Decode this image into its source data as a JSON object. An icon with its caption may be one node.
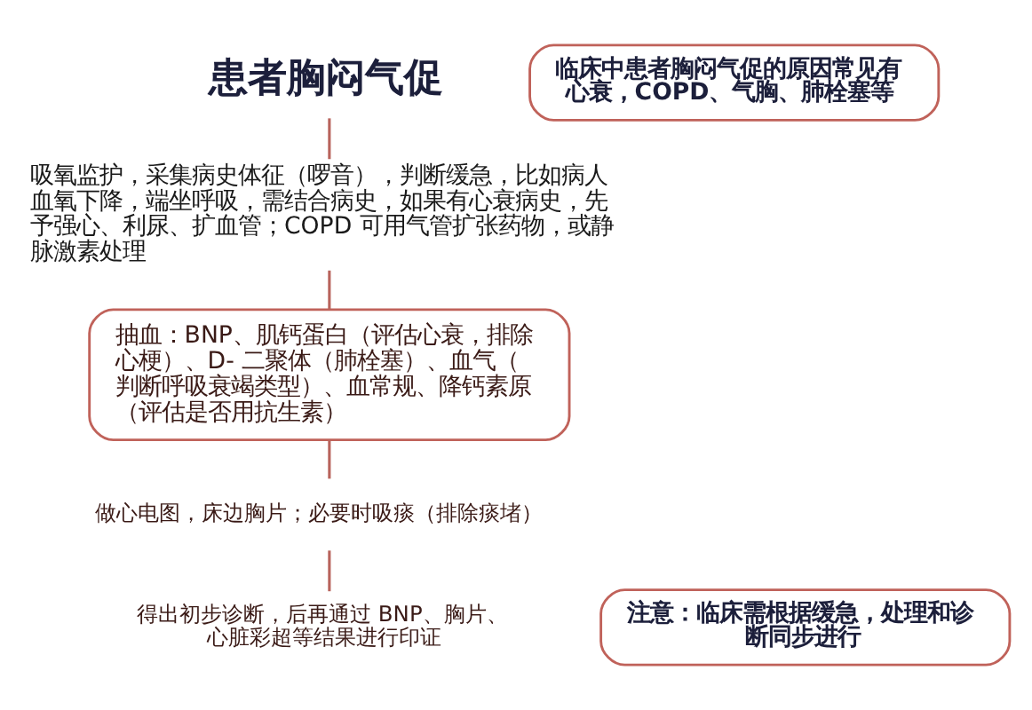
{
  "diagram": {
    "nodes": [
      {
        "text": [
          "患者胸闷气促"
        ]
      },
      {
        "text": [
          "临床中患者胸闷气促的原因常见有心衰，COPD、气胸、肺栓塞等"
        ]
      },
      {
        "text": [
          "吸氧监护，采集病史体征（啰音），判断缓急，比如病人血氧下降，端坐呼吸，需结合病史，如果有心衰病史，先予强心、利尿、扩血管；COPD 可用气管扩张药物，或静脉激素处理"
        ]
      },
      {
        "text": [
          "抽血：BNP、肌钙蛋白（评估心衰，排除心梗）、D- 二聚体（肺栓塞）、血气（判断呼吸衰竭类型）、血常规、降钙素原（评估是否用抗生素）"
        ]
      },
      {
        "text": [
          "做心电图，床边胸片；必要时吸痰（排除痰堵）"
        ]
      },
      {
        "text": [
          "得出初步诊断，后再通过 BNP、胸片、心脏彩超等结果进行印证"
        ]
      },
      {
        "text": [
          "注意：临床需根据缓急，处理和诊断同步进行"
        ]
      }
    ],
    "edges": [
      {
        "from": 0,
        "to": 2,
        "arrow": "none"
      },
      {
        "from": 2,
        "to": 3,
        "arrow": "none"
      },
      {
        "from": 3,
        "to": 4,
        "arrow": "none"
      },
      {
        "from": 4,
        "to": 5,
        "arrow": "none"
      }
    ]
  }
}
